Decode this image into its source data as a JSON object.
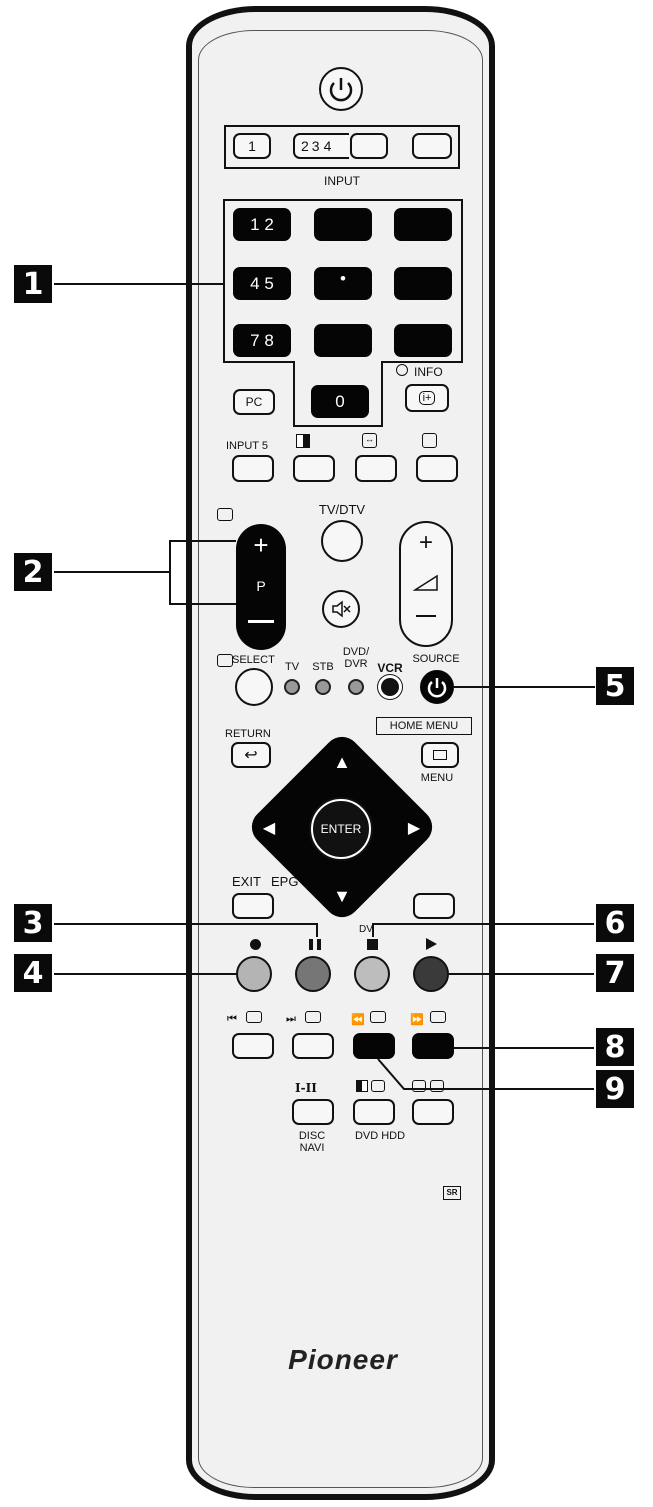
{
  "labels": {
    "input": "INPUT",
    "info": "INFO",
    "pc": "PC",
    "input5": "INPUT 5",
    "tv_dtv": "TV/DTV",
    "p": "P",
    "select": "SELECT",
    "tv": "TV",
    "stb": "STB",
    "dvd_dvr": "DVD/\nDVR",
    "vcr": "VCR",
    "source": "SOURCE",
    "return": "RETURN",
    "home_menu": "HOME MENU",
    "menu": "MENU",
    "enter": "ENTER",
    "exit": "EXIT",
    "epg": "EPG",
    "dv": "DV",
    "i_ii": "I-II",
    "disc_navi": "DISC\nNAVI",
    "dvd_hdd": "DVD HDD",
    "sr": "SR",
    "brand": "Pioneer"
  },
  "input_buttons": [
    "1",
    "2",
    "3",
    "4"
  ],
  "number_keys": [
    {
      "label": "1 2"
    },
    {
      "label": ""
    },
    {
      "label": ""
    },
    {
      "label": "4 5"
    },
    {
      "label": "•"
    },
    {
      "label": ""
    },
    {
      "label": "7 8"
    },
    {
      "label": ""
    },
    {
      "label": ""
    }
  ],
  "zero_key": "0",
  "callouts": [
    "1",
    "2",
    "3",
    "4",
    "5",
    "6",
    "7",
    "8",
    "9"
  ],
  "colors": {
    "key_black": "#050505",
    "color_btn_1": "#b4b4b4",
    "color_btn_2": "#767676",
    "color_btn_3": "#bdbdbd",
    "color_btn_4": "#3a3a3a",
    "remote_body": "#f1f1f1"
  }
}
